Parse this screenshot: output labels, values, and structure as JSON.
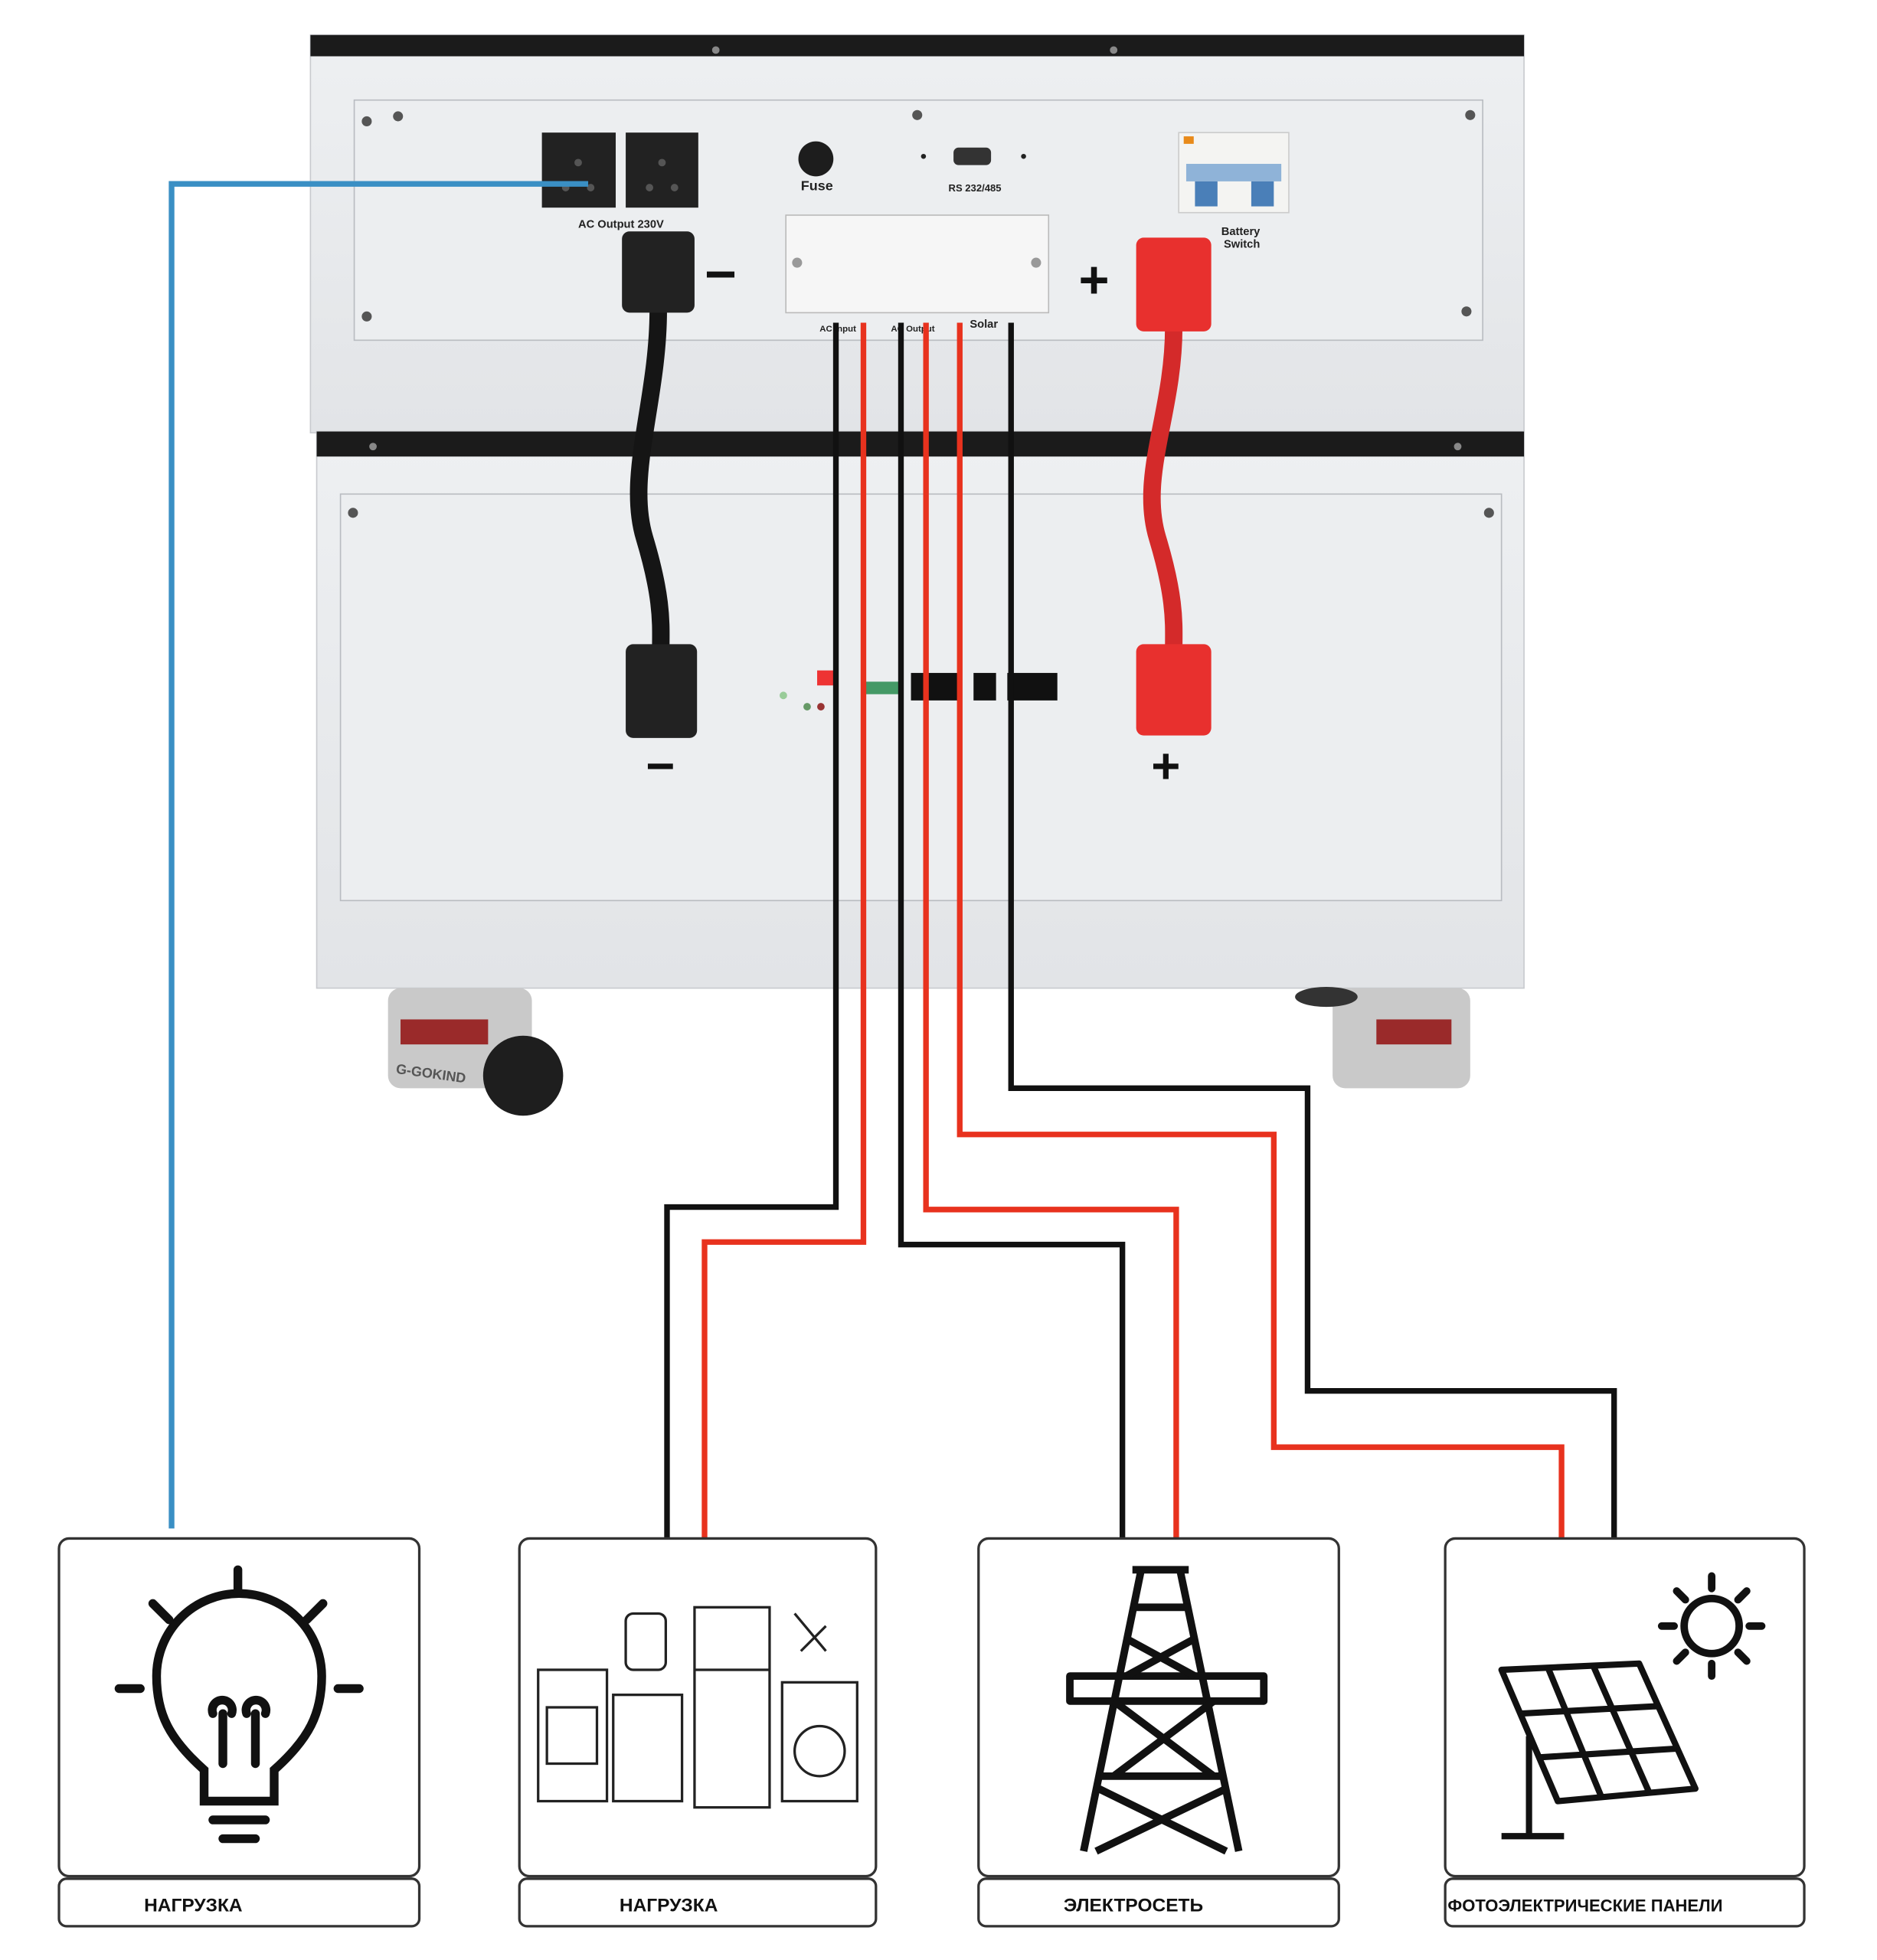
{
  "cabinet": {
    "ac_output_label": "AC Output 230V",
    "fuse_label": "Fuse",
    "rs_port_label": "RS 232/485",
    "battery_switch_label": [
      "Battery",
      "Switch"
    ],
    "terminal_labels": {
      "ac_input": "AC Input",
      "ac_output": "AC Output",
      "solar": "Solar"
    },
    "negative_symbol": "−",
    "positive_symbol": "+",
    "wheel_brand": "G-GOKIND"
  },
  "colors": {
    "blue_wire": "#3a8fc4",
    "red_wire": "#e8321e",
    "black_wire": "#111111",
    "cabinet": "#e9ebee"
  },
  "boxes": [
    {
      "icon": "lightbulb-icon",
      "label": "НАГРУЗКА"
    },
    {
      "icon": "appliances-icon",
      "label": "НАГРУЗКА"
    },
    {
      "icon": "power-tower-icon",
      "label": "ЭЛЕКТРОСЕТЬ"
    },
    {
      "icon": "solar-panel-icon",
      "label": "ФОТОЭЛЕКТРИЧЕСКИЕ ПАНЕЛИ"
    }
  ]
}
